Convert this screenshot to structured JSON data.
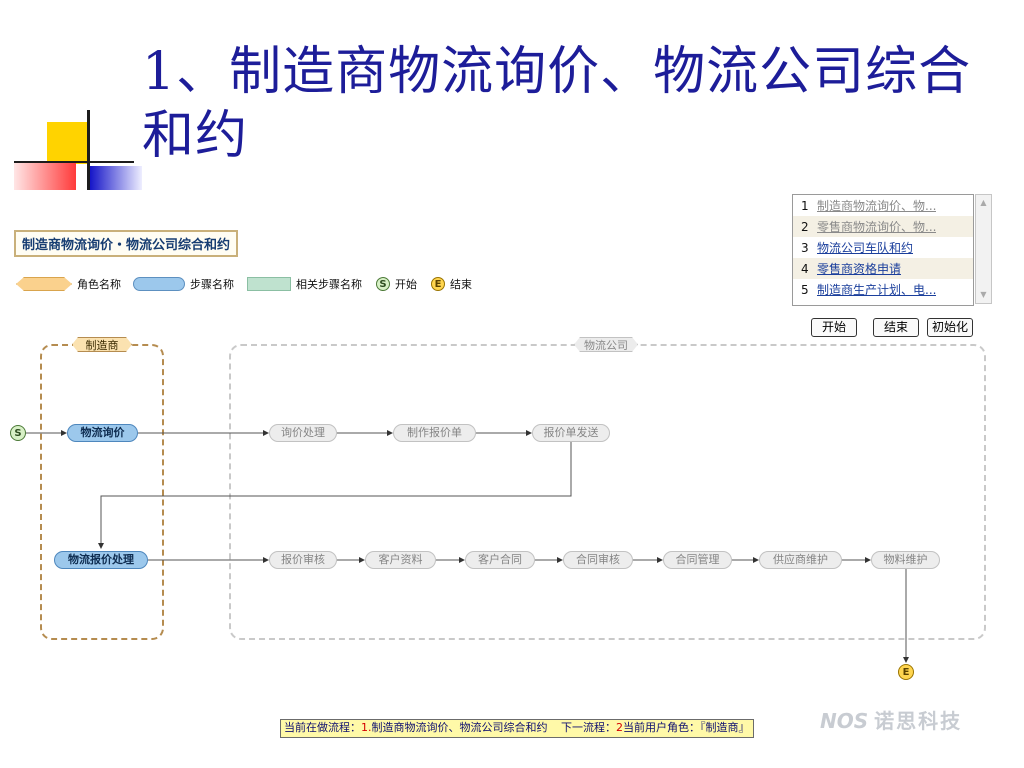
{
  "slide": {
    "title": "1、制造商物流询价、物流公司综合和约"
  },
  "diagram": {
    "title": "制造商物流询价・物流公司综合和约",
    "legend": {
      "role": "角色名称",
      "step": "步骤名称",
      "related_step": "相关步骤名称",
      "start_symbol": "S",
      "start": "开始",
      "end_symbol": "E",
      "end": "结束"
    },
    "lanes": {
      "manufacturer": "制造商",
      "logistics_company": "物流公司"
    },
    "steps": {
      "logistics_inquiry": "物流询价",
      "inquiry_processing": "询价处理",
      "make_quote": "制作报价单",
      "send_quote": "报价单发送",
      "logistics_quote_processing": "物流报价处理",
      "quote_review": "报价审核",
      "customer_info": "客户资料",
      "customer_contract": "客户合同",
      "contract_review": "合同审核",
      "contract_management": "合同管理",
      "supplier_maintenance": "供应商维护",
      "material_maintenance": "物料维护"
    },
    "start_symbol": "S",
    "end_symbol": "E"
  },
  "process_list": {
    "items": [
      {
        "num": "1",
        "label": "制造商物流询价、物...",
        "color": "#8a8a8a"
      },
      {
        "num": "2",
        "label": "零售商物流询价、物...",
        "color": "#8a8a8a"
      },
      {
        "num": "3",
        "label": "物流公司车队和约",
        "color": "#1b3f9c"
      },
      {
        "num": "4",
        "label": "零售商资格申请",
        "color": "#1b3f9c"
      },
      {
        "num": "5",
        "label": "制造商生产计划、电...",
        "color": "#1b3f9c"
      }
    ]
  },
  "controls": {
    "start": "开始",
    "end": "结束",
    "init": "初始化"
  },
  "status_bar": {
    "current_label": "当前在做流程：",
    "current_num": "1.",
    "current_name": "制造商物流询价、物流公司综合和约",
    "next_label": "下一流程：",
    "next_num": "2",
    "role_label": "当前用户角色：",
    "role_value": "『制造商』"
  },
  "brand": {
    "logo": "NOS",
    "name": "诺思科技"
  },
  "colors": {
    "title": "#1d1d99",
    "active_step": "#9cc8ec",
    "inactive_step": "#ededed",
    "manufacturer_lane": "#b58c50",
    "logistics_lane": "#c9c9c9",
    "status_bg": "#fff9a8"
  }
}
